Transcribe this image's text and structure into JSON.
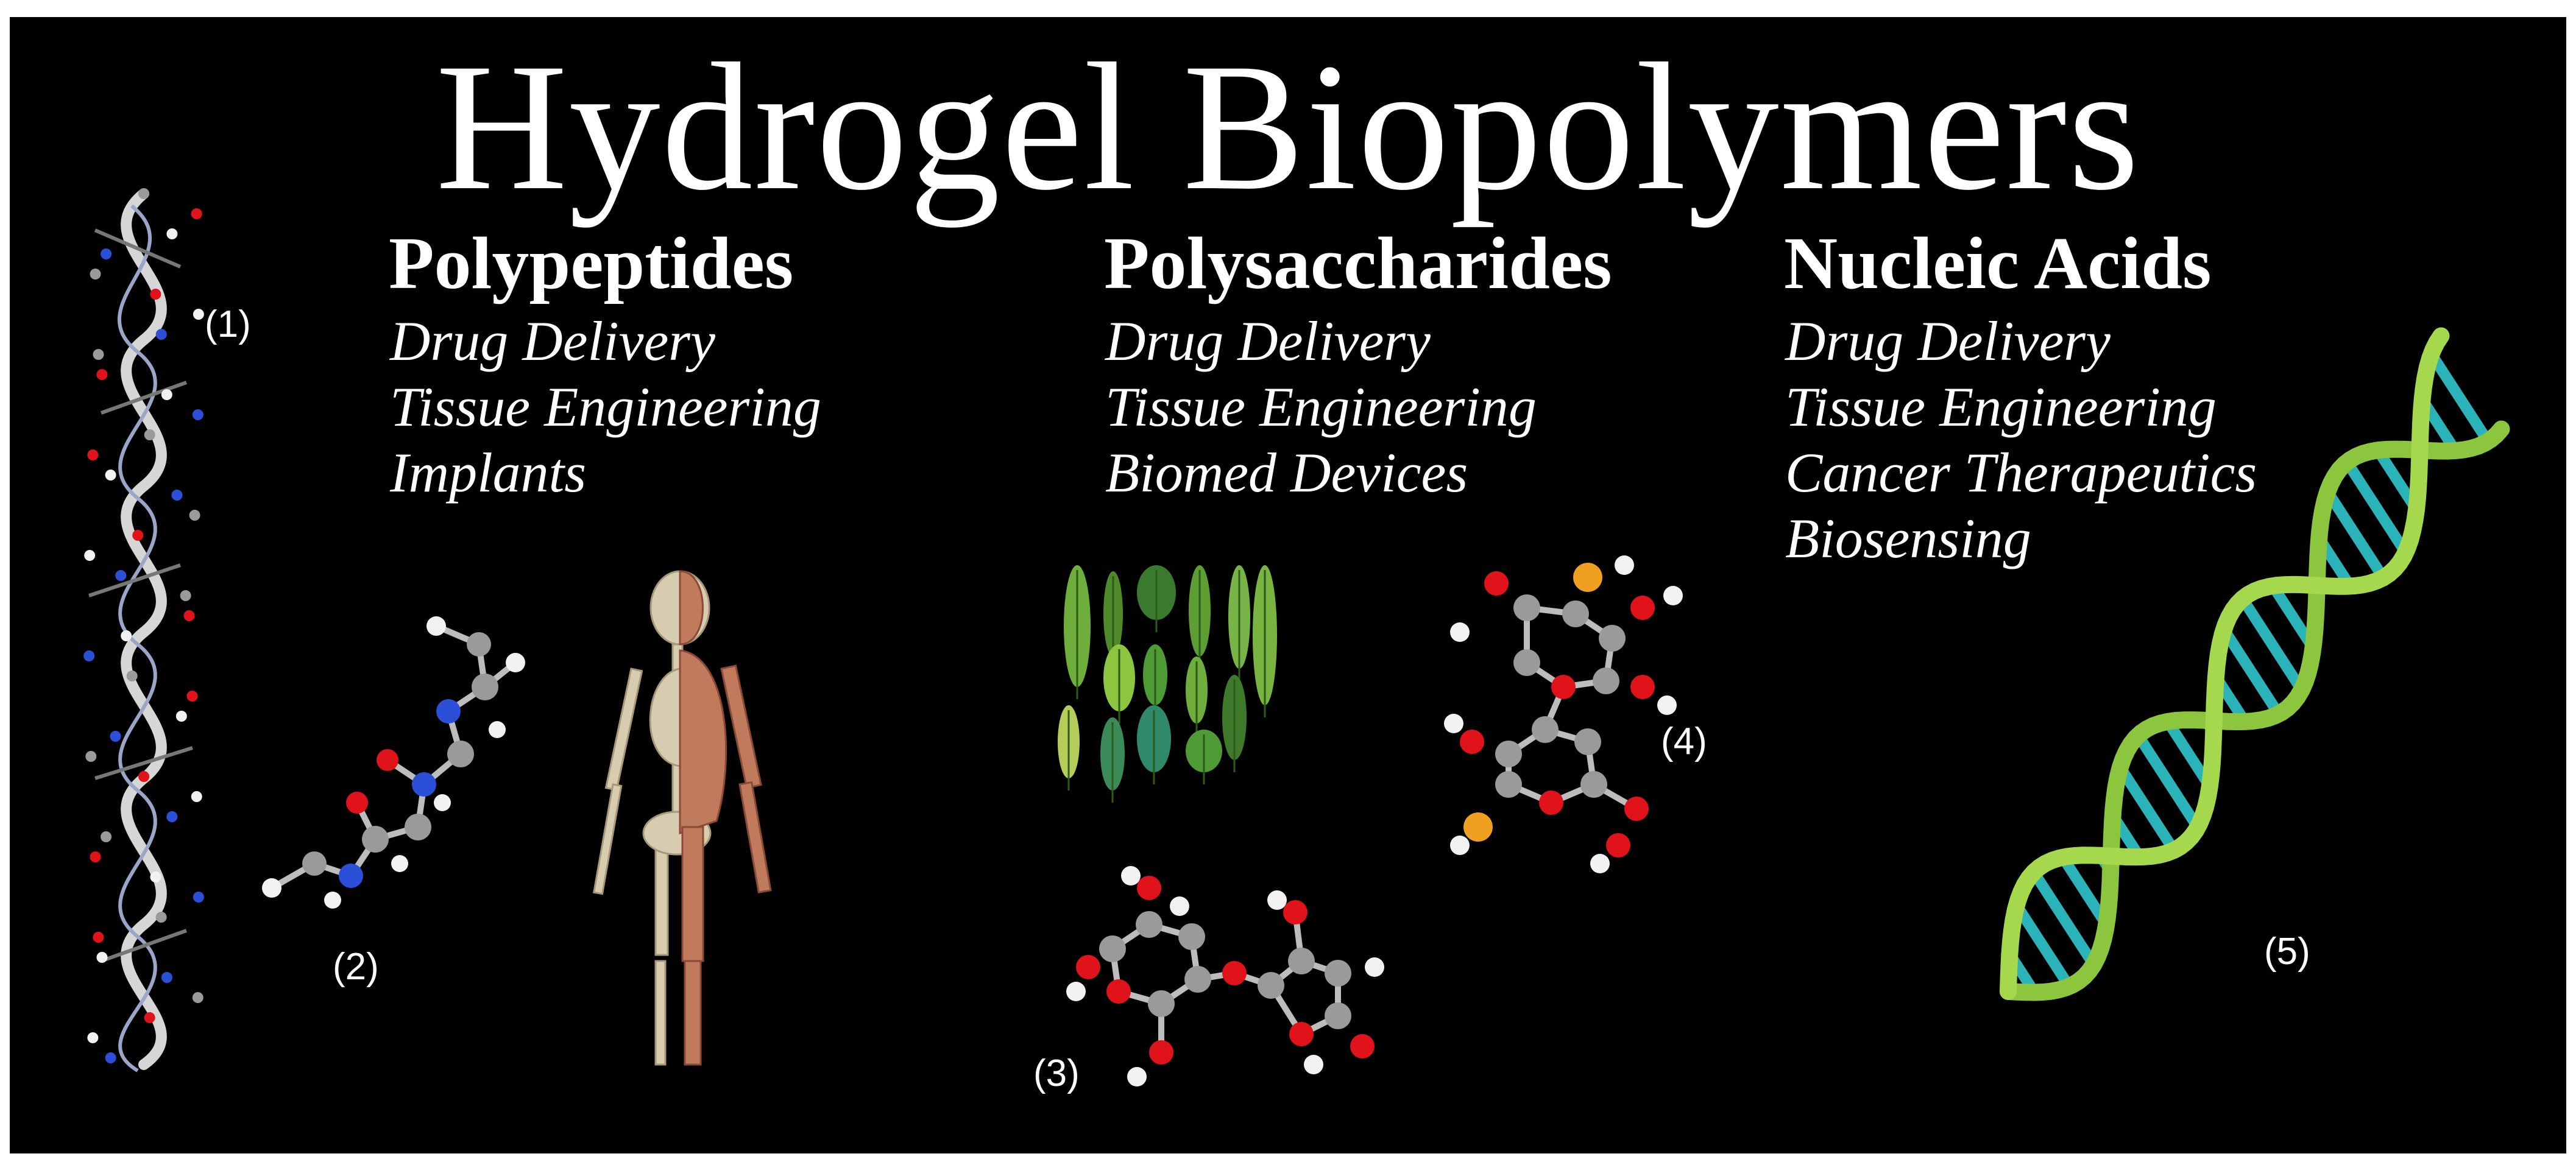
{
  "title": "Hydrogel Biopolymers",
  "categories": [
    {
      "heading": "Polypeptides",
      "applications": [
        "Drug Delivery",
        "Tissue Engineering",
        "Implants"
      ]
    },
    {
      "heading": "Polysaccharides",
      "applications": [
        "Drug Delivery",
        "Tissue Engineering",
        "Biomed Devices"
      ]
    },
    {
      "heading": "Nucleic Acids",
      "applications": [
        "Drug Delivery",
        "Tissue Engineering",
        "Cancer Therapeutics",
        "Biosensing"
      ]
    }
  ],
  "labels": [
    "(1)",
    "(2)",
    "(3)",
    "(4)",
    "(5)"
  ],
  "illustrations": {
    "protein_helix": "protein-ribbon-illustration",
    "peptide_model": "ball-and-stick-peptide",
    "human_anatomy": "skeleton-muscle-body",
    "leaves": "green-leaves",
    "disaccharide": "ball-and-stick-sugar",
    "polysaccharide": "ball-and-stick-polysaccharide",
    "dna_helix": "double-helix-dna"
  },
  "colors": {
    "background": "#000000",
    "text": "#ffffff",
    "atom_carbon": "#9a9a9a",
    "atom_oxygen": "#e0121a",
    "atom_hydrogen": "#f2f2f2",
    "atom_nitrogen": "#2c4fd8",
    "atom_phosphorus": "#f0a020",
    "leaf_green": "#6fae3c",
    "dna_backbone": "#8cc63f",
    "dna_rungs": "#2ab3b8"
  }
}
